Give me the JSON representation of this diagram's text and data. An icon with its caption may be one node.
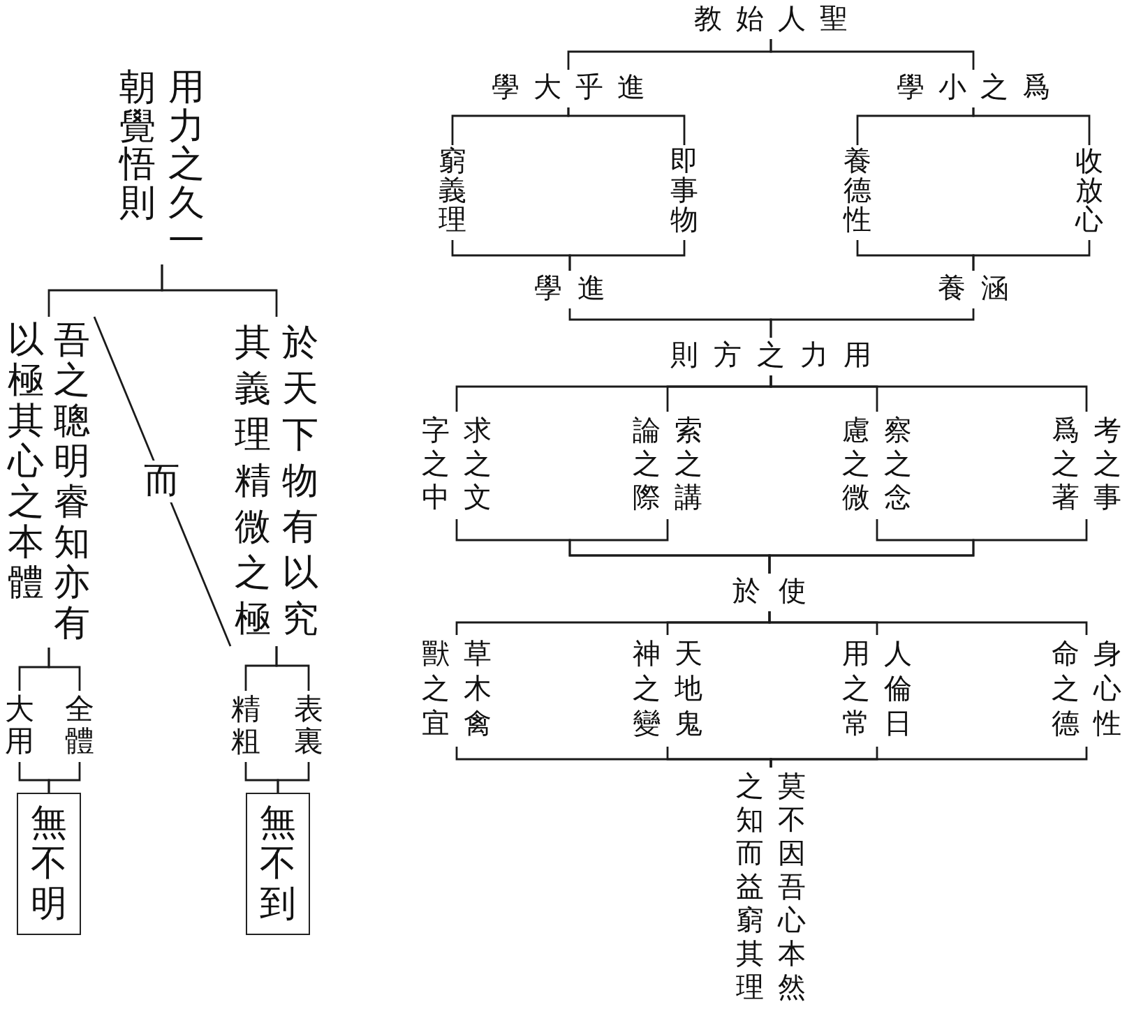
{
  "diagram": {
    "nodes": [
      {
        "text": [
          "聖人始教"
        ]
      },
      {
        "text": [
          "爲之小學"
        ]
      },
      {
        "text": [
          "進乎大學"
        ]
      },
      {
        "text": [
          "收放心"
        ]
      },
      {
        "text": [
          "養德性"
        ]
      },
      {
        "text": [
          "即事物"
        ]
      },
      {
        "text": [
          "窮義理"
        ]
      },
      {
        "text": [
          "涵養"
        ]
      },
      {
        "text": [
          "進學"
        ]
      },
      {
        "text": [
          "用力之方則"
        ]
      },
      {
        "text": [
          "考之事爲之著"
        ]
      },
      {
        "text": [
          "察之念慮之微"
        ]
      },
      {
        "text": [
          "索之講論之際"
        ]
      },
      {
        "text": [
          "求之文字之中"
        ]
      },
      {
        "text": [
          "使於"
        ]
      },
      {
        "text": [
          "身心性命之德"
        ]
      },
      {
        "text": [
          "人倫日用之常"
        ]
      },
      {
        "text": [
          "天地鬼神之變"
        ]
      },
      {
        "text": [
          "草木禽獸之宜"
        ]
      },
      {
        "text": [
          "莫不因吾心本然之知而益窮其理"
        ]
      },
      {
        "text": [
          "用力之久一朝覺悟則"
        ]
      },
      {
        "text": [
          "於天下物有以究其義理精微之極"
        ]
      },
      {
        "text": [
          "吾之聰明睿知亦有以極其心之本體"
        ]
      },
      {
        "text": [
          "表裏"
        ]
      },
      {
        "text": [
          "精粗"
        ]
      },
      {
        "text": [
          "無不到"
        ]
      },
      {
        "text": [
          "全體"
        ]
      },
      {
        "text": [
          "大用"
        ]
      },
      {
        "text": [
          "無不明"
        ]
      }
    ],
    "edges": [
      {
        "from": 0,
        "to": 1,
        "arrow": "none"
      },
      {
        "from": 0,
        "to": 2,
        "arrow": "none"
      },
      {
        "from": 1,
        "to": 3,
        "arrow": "none"
      },
      {
        "from": 1,
        "to": 4,
        "arrow": "none"
      },
      {
        "from": 2,
        "to": 5,
        "arrow": "none"
      },
      {
        "from": 2,
        "to": 6,
        "arrow": "none"
      },
      {
        "from": 3,
        "to": 7,
        "arrow": "none"
      },
      {
        "from": 4,
        "to": 7,
        "arrow": "none"
      },
      {
        "from": 5,
        "to": 8,
        "arrow": "none"
      },
      {
        "from": 6,
        "to": 8,
        "arrow": "none"
      },
      {
        "from": 7,
        "to": 9,
        "arrow": "none"
      },
      {
        "from": 8,
        "to": 9,
        "arrow": "none"
      },
      {
        "from": 9,
        "to": 10,
        "arrow": "none"
      },
      {
        "from": 9,
        "to": 11,
        "arrow": "none"
      },
      {
        "from": 9,
        "to": 12,
        "arrow": "none"
      },
      {
        "from": 9,
        "to": 13,
        "arrow": "none"
      },
      {
        "from": 10,
        "to": 14,
        "arrow": "none"
      },
      {
        "from": 11,
        "to": 14,
        "arrow": "none"
      },
      {
        "from": 12,
        "to": 14,
        "arrow": "none"
      },
      {
        "from": 13,
        "to": 14,
        "arrow": "none"
      },
      {
        "from": 14,
        "to": 15,
        "arrow": "none"
      },
      {
        "from": 14,
        "to": 16,
        "arrow": "none"
      },
      {
        "from": 14,
        "to": 17,
        "arrow": "none"
      },
      {
        "from": 14,
        "to": 18,
        "arrow": "none"
      },
      {
        "from": 15,
        "to": 19,
        "arrow": "none"
      },
      {
        "from": 16,
        "to": 19,
        "arrow": "none"
      },
      {
        "from": 17,
        "to": 19,
        "arrow": "none"
      },
      {
        "from": 18,
        "to": 19,
        "arrow": "none"
      },
      {
        "from": 20,
        "to": 21,
        "arrow": "none"
      },
      {
        "from": 20,
        "to": 22,
        "arrow": "none"
      },
      {
        "from": 21,
        "to": 22,
        "label": "而",
        "arrow": "none"
      },
      {
        "from": 21,
        "to": 23,
        "arrow": "none"
      },
      {
        "from": 21,
        "to": 24,
        "arrow": "none"
      },
      {
        "from": 23,
        "to": 25,
        "arrow": "none"
      },
      {
        "from": 24,
        "to": 25,
        "arrow": "none"
      },
      {
        "from": 22,
        "to": 26,
        "arrow": "none"
      },
      {
        "from": 22,
        "to": 27,
        "arrow": "none"
      },
      {
        "from": 26,
        "to": 28,
        "arrow": "none"
      },
      {
        "from": 27,
        "to": 28,
        "arrow": "none"
      }
    ]
  }
}
